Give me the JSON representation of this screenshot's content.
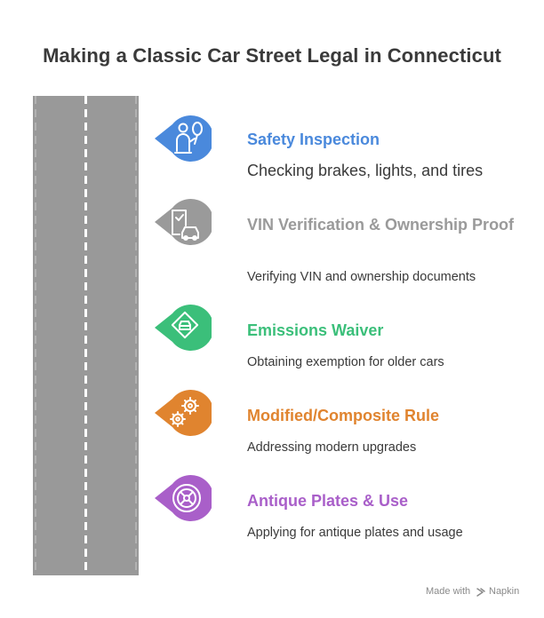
{
  "title": "Making a Classic Car Street Legal in Connecticut",
  "steps": [
    {
      "title": "Safety Inspection",
      "description": "Checking brakes, lights, and tires",
      "color": "#4a89dc",
      "icon": "person-balloon-icon"
    },
    {
      "title": "VIN Verification & Ownership Proof",
      "description": "Verifying VIN and ownership documents",
      "color": "#9a9a9a",
      "icon": "document-car-icon"
    },
    {
      "title": "Emissions Waiver",
      "description": "Obtaining exemption for older cars",
      "color": "#3bbf7a",
      "icon": "road-sign-car-icon"
    },
    {
      "title": "Modified/Composite Rule",
      "description": "Addressing modern upgrades",
      "color": "#e0842f",
      "icon": "gears-icon"
    },
    {
      "title": "Antique Plates & Use",
      "description": "Applying for antique plates and usage",
      "color": "#a95fc9",
      "icon": "steering-wheel-icon"
    }
  ],
  "footer": {
    "made_with": "Made with",
    "brand": "Napkin",
    "brand_icon": "napkin-logo-icon"
  }
}
